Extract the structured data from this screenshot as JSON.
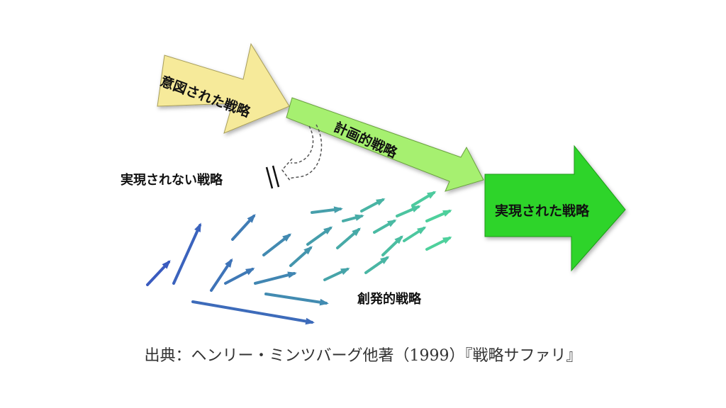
{
  "labels": {
    "intended": "意図された戦略",
    "deliberate": "計画的戦略",
    "unrealized": "実現されない戦略",
    "realized": "実現された戦略",
    "emergent": "創発的戦略"
  },
  "source": "出典：ヘンリー・ミンツバーグ他著（1999）『戦略サファリ』",
  "colors": {
    "intended": "#f6ea9a",
    "deliberate": "#a6f070",
    "realized": "#2ed42a",
    "emergent_start": "#3a5bbf",
    "emergent_end": "#4fd69a"
  }
}
